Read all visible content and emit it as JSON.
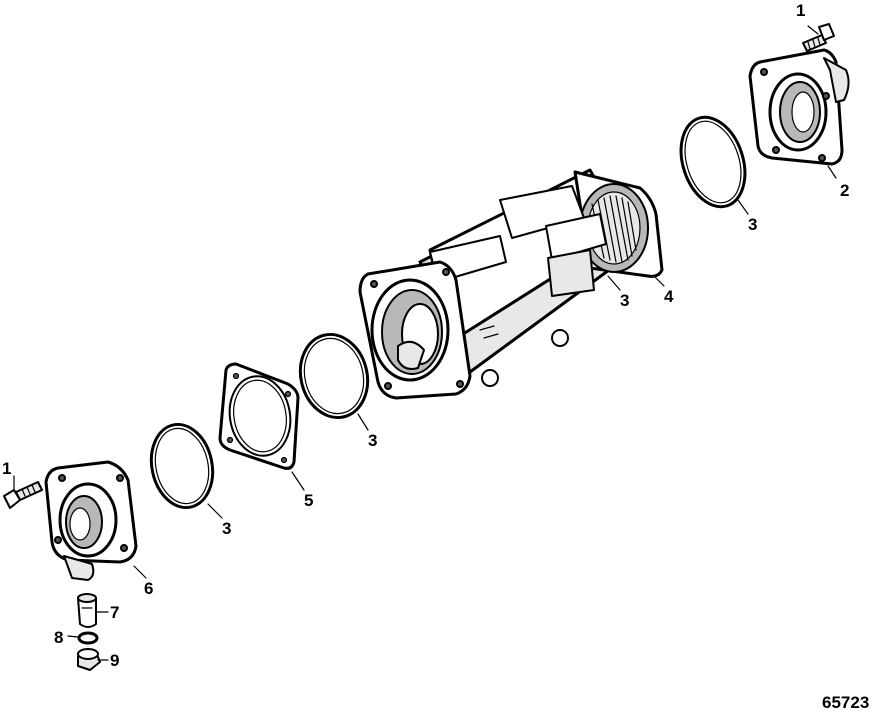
{
  "diagram": {
    "figure_number": "65723",
    "callouts": {
      "bolt_top": "1",
      "end_cap_right": "2",
      "gasket_right": "3",
      "gasket_body": "3",
      "heat_exchanger_body": "4",
      "gasket_mid": "3",
      "gasket_plate": "5",
      "gasket_left": "3",
      "bolt_left": "1",
      "end_cap_left": "6",
      "fitting": "7",
      "o_ring": "8",
      "cap_nut": "9"
    }
  }
}
